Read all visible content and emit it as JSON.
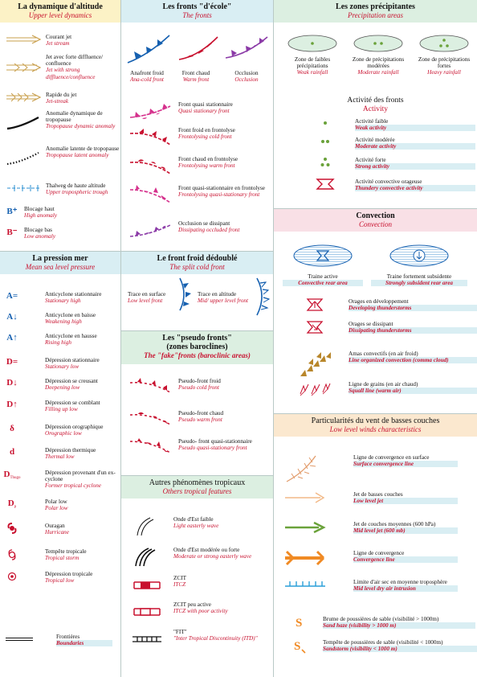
{
  "upper": {
    "title": "La dynamique d'altitude",
    "subtitle": "Upper level dynamics",
    "items": [
      {
        "fr": "Courant jet",
        "en": "Jet stream"
      },
      {
        "fr": "Jet avec forte diffluence/ confluence",
        "en": "Jet with strong diffluence/confluence"
      },
      {
        "fr": "Rapide du jet",
        "en": "Jet-streak"
      },
      {
        "fr": "Anomalie dynamique de tropopause",
        "en": "Tropopause dynamic anomaly"
      },
      {
        "fr": "Anomalie latente de tropopause",
        "en": "Tropopause latent anomaly"
      },
      {
        "fr": "Thalweg de haute altitude",
        "en": "Upper tropospheric trough"
      },
      {
        "fr": "Blocage haut",
        "en": "High anomaly",
        "sym": "B⁺"
      },
      {
        "fr": "Blocage bas",
        "en": "Low anomaly",
        "sym": "B⁻"
      }
    ]
  },
  "pressure": {
    "title": "La pression mer",
    "subtitle": "Mean sea level pressure",
    "items": [
      {
        "fr": "Anticyclone stationnaire",
        "en": "Stationary high",
        "sym": "A="
      },
      {
        "fr": "Anticyclone en baisse",
        "en": "Weakening high",
        "sym": "A↓"
      },
      {
        "fr": "Anticyclone en hausse",
        "en": "Rising high",
        "sym": "A↑"
      },
      {
        "fr": "Dépression stationnaire",
        "en": "Stationary low",
        "sym": "D="
      },
      {
        "fr": "Dépression se creusant",
        "en": "Deepening low",
        "sym": "D↓"
      },
      {
        "fr": "Dépression se comblant",
        "en": "Filling up low",
        "sym": "D↑"
      },
      {
        "fr": "Dépression orographique",
        "en": "Orographic low",
        "sym": "δ"
      },
      {
        "fr": "Dépression thermique",
        "en": "Thermal low",
        "sym": "d"
      },
      {
        "fr": "Dépression provenant d'un ex-cyclone",
        "en": "Former tropical cyclone",
        "sym": "D",
        "sub": "Thugo"
      },
      {
        "fr": "Polar low",
        "en": "Polar low",
        "sym": "D",
        "sub": "p"
      },
      {
        "fr": "Ouragan",
        "en": "Hurricane"
      },
      {
        "fr": "Tempête tropicale",
        "en": "Tropical storm"
      },
      {
        "fr": "Dépression tropicale",
        "en": "Tropical low"
      }
    ],
    "boundary": {
      "fr": "Frontières",
      "en": "Boundaries"
    }
  },
  "fronts": {
    "title": "Les fronts \"d'école\"",
    "subtitle": "The fronts",
    "top": [
      {
        "fr": "Anafront froid",
        "en": "Ana-cold front"
      },
      {
        "fr": "Front chaud",
        "en": "Warm front"
      },
      {
        "fr": "Occlusion",
        "en": "Occlusion"
      }
    ],
    "items": [
      {
        "fr": "Front quasi stationnaire",
        "en": "Quasi stationary front"
      },
      {
        "fr": "Front froid en frontolyse",
        "en": "Frontolysing cold front"
      },
      {
        "fr": "Front chaud en frontolyse",
        "en": "Frontolysing warm front"
      },
      {
        "fr": "Front quasi-stationnaire en frontolyse",
        "en": "Frontolysing quasi-stationary front"
      },
      {
        "fr": "Occlusion se dissipant",
        "en": "Dissipating occluded front"
      }
    ]
  },
  "split": {
    "title": "Le front froid dédoublé",
    "subtitle": "The split cold front",
    "left": {
      "fr": "Trace en surface",
      "en": "Low level front"
    },
    "right": {
      "fr": "Trace en altitude",
      "en": "Mid/ upper level front"
    }
  },
  "pseudo": {
    "title1": "Les \"pseudo fronts\"",
    "title2": "(zones baroclines)",
    "subtitle": "The \"fake\"fronts (baroclinic areas)",
    "items": [
      {
        "fr": "Pseudo-front froid",
        "en": "Pseudo cold front"
      },
      {
        "fr": "Pseudo-front chaud",
        "en": "Pseudo warm front"
      },
      {
        "fr": "Pseudo- front quasi-stationnaire",
        "en": "Pseudo quasi-stationary front"
      }
    ]
  },
  "tropical": {
    "title": "Autres phénomènes tropicaux",
    "subtitle": "Others tropical features",
    "items": [
      {
        "fr": "Onde d'Est faible",
        "en": "Light easterly wave"
      },
      {
        "fr": "Onde d'Est modérée ou forte",
        "en": "Moderate or strong easterly wave"
      },
      {
        "fr": "ZCIT",
        "en": "ITCZ"
      },
      {
        "fr": "ZCIT peu active",
        "en": "ITCZ with poor activity"
      },
      {
        "fr": "\"FIT\"",
        "en": "\"Inter Tropical Discontinuity (ITD)\""
      }
    ]
  },
  "precip": {
    "title": "Les zones précipitantes",
    "subtitle": "Precipitation areas",
    "zones": [
      {
        "fr": "Zone de faibles précipitations",
        "en": "Weak rainfall"
      },
      {
        "fr": "Zone de précipitations modérées",
        "en": "Moderate rainfall"
      },
      {
        "fr": "Zone de précipitations fortes",
        "en": "Heavy rainfall"
      }
    ],
    "activity_title": "Activité des fronts",
    "activity_subtitle": "Activity",
    "activity": [
      {
        "fr": "Activité faible",
        "en": "Weak activity"
      },
      {
        "fr": "Activité modérée",
        "en": "Moderate  activity"
      },
      {
        "fr": "Activité forte",
        "en": "Strong activity"
      },
      {
        "fr": "Activité convective orageuse",
        "en": "Thundery convective activity"
      }
    ]
  },
  "convection": {
    "title": "Convection",
    "subtitle": "Convection",
    "rear": [
      {
        "fr": "Traine active",
        "en": "Convective rear area"
      },
      {
        "fr": "Traine fortement subsidente",
        "en": "Strongly subsident rear area"
      }
    ],
    "items": [
      {
        "fr": "Orages en développement",
        "en": "Developing thunderstorms"
      },
      {
        "fr": "Orages se dissipant",
        "en": "Dissipating thunderstorms"
      },
      {
        "fr": "Amas convectifs (en air froid)",
        "en": "Line organized convection (comma cloud)"
      },
      {
        "fr": "Ligne de grains (en air chaud)",
        "en": "Squall line (warm air)"
      }
    ]
  },
  "winds": {
    "title": "Particularités du vent de basses couches",
    "subtitle": "Low level winds characteristics",
    "items": [
      {
        "fr": "Ligne de convergence en surface",
        "en": "Surface convergence line"
      },
      {
        "fr": "Jet de basses couches",
        "en": "Low level jet"
      },
      {
        "fr": "Jet de couches moyennes (600 hPa)",
        "en": "Mid level jet (600 mb)"
      },
      {
        "fr": "Ligne de convergence",
        "en": "Convergence line"
      },
      {
        "fr": "Limite d'air sec en moyenne troposphère",
        "en": "Mid level dry air intrusion"
      },
      {
        "fr": "Brume de poussières de sable (visibilité > 1000m)",
        "en": "Sand haze (visibility > 1000 m)"
      },
      {
        "fr": "Tempête de poussières de sable (visibilité < 1000m)",
        "en": "Sandstorm (visibility < 1000 m)"
      }
    ]
  },
  "colors": {
    "red": "#c8102e",
    "blue": "#1560b0",
    "pink": "#d5308c",
    "orange": "#f08a24",
    "gold": "#c9a04e",
    "green": "#6aa23a"
  }
}
